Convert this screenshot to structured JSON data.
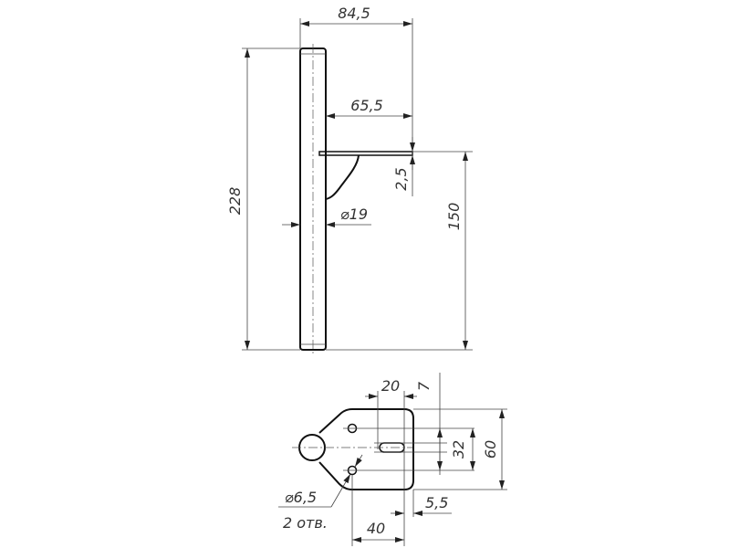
{
  "drawing": {
    "side_view": {
      "dim_overall_width": "84,5",
      "dim_arm_length": "65,5",
      "dim_plate_thickness": "2,5",
      "dim_arm_height": "150",
      "dim_total_height": "228",
      "dim_tube_diameter": "⌀19"
    },
    "plate_view": {
      "dim_20": "20",
      "dim_7": "7",
      "dim_32": "32",
      "dim_60": "60",
      "dim_5_5": "5,5",
      "dim_40": "40",
      "hole_diameter": "⌀6,5",
      "hole_count": "2 отв."
    }
  }
}
